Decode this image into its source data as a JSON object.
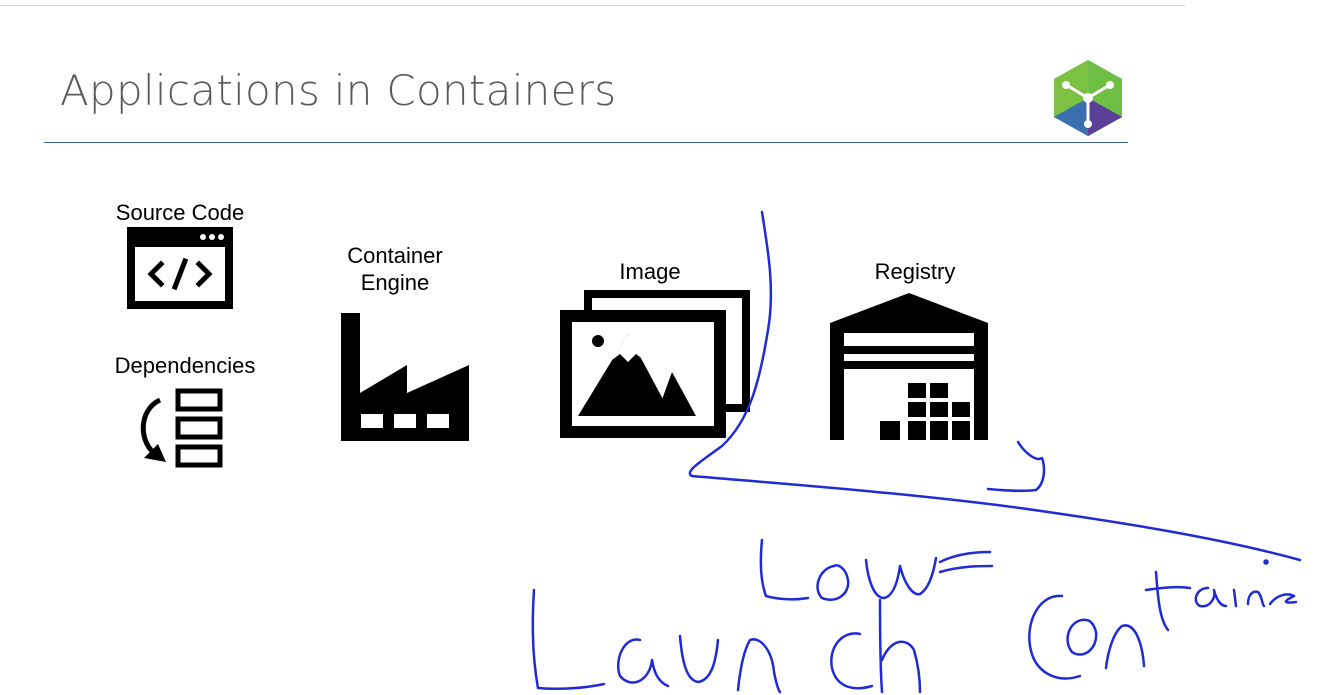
{
  "slide": {
    "title": "Applications in Containers"
  },
  "items": [
    {
      "key": "source",
      "label": "Source Code",
      "icon": "source-code-icon"
    },
    {
      "key": "deps",
      "label": "Dependencies",
      "icon": "dependencies-icon"
    },
    {
      "key": "engine",
      "label": "Container\nEngine",
      "icon": "factory-icon"
    },
    {
      "key": "image",
      "label": "Image",
      "icon": "image-stack-icon"
    },
    {
      "key": "registry",
      "label": "Registry",
      "icon": "warehouse-icon"
    }
  ],
  "colors": {
    "title": "#595959",
    "rule": "#3b5fa0",
    "ink": "#1f2bd6",
    "logo_green": "#7cc142",
    "logo_teal": "#1f8aa8",
    "logo_purple": "#5a3f99"
  },
  "annotations": {
    "handwriting": [
      "Low",
      "Launch Contains"
    ]
  }
}
